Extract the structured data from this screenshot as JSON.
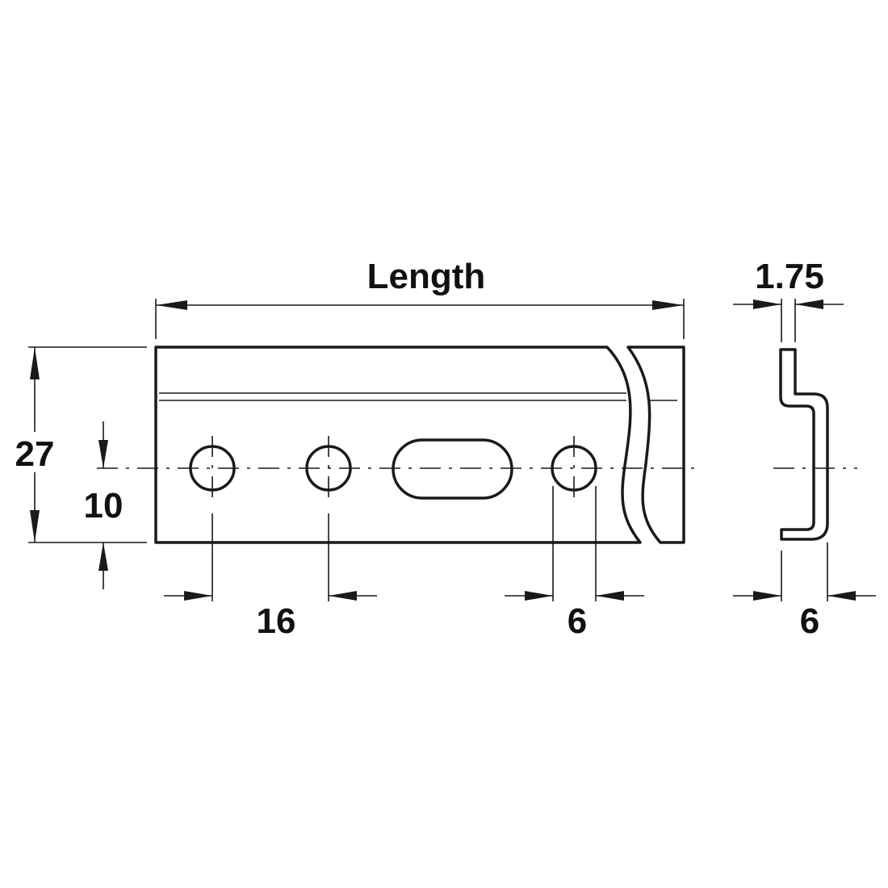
{
  "dimensions": {
    "length": "Length",
    "thickness": "1.75",
    "height": "27",
    "hole_height": "10",
    "hole_pitch": "16",
    "hole_diameter": "6",
    "offset": "6"
  },
  "colors": {
    "line": "#1a1a1a",
    "text": "#111111",
    "background": "#ffffff"
  }
}
